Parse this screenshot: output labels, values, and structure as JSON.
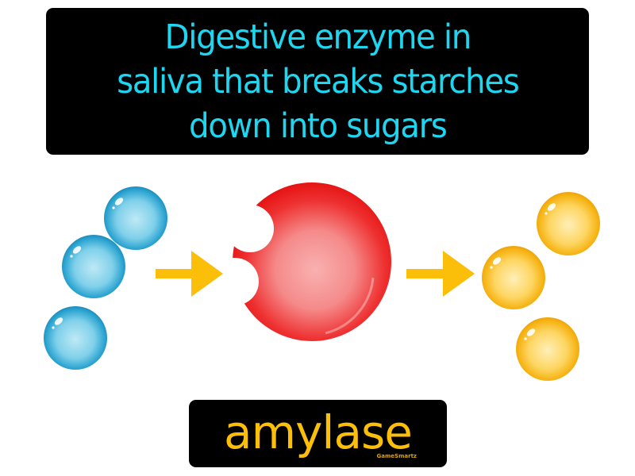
{
  "definition": {
    "text": "Digestive enzyme in\nsaliva that breaks starches\ndown into sugars",
    "color": "#1fd6f0"
  },
  "term": {
    "label": "amylase",
    "color": "#fbbf0a"
  },
  "branding": {
    "label": "GameSmartz"
  },
  "diagram": {
    "inputs": {
      "name": "starch-molecules",
      "count": 3,
      "color": "#1a9cc9"
    },
    "enzyme": {
      "name": "amylase-enzyme",
      "color": "#ee1c1c"
    },
    "outputs": {
      "name": "sugar-molecules",
      "count": 3,
      "color": "#f5b80f"
    },
    "arrow_color": "#fbbf0a"
  }
}
